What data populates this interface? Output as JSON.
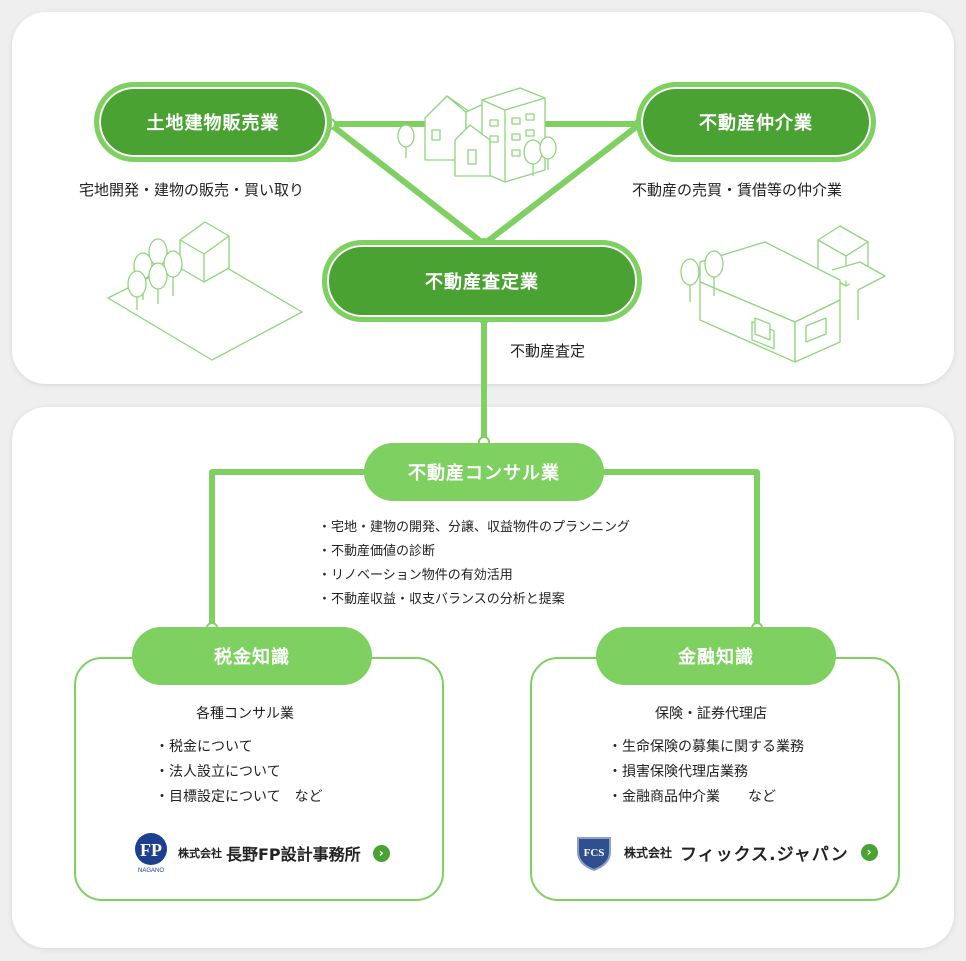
{
  "top": {
    "land": {
      "label": "土地建物販売業",
      "desc": "宅地開発・建物の販売・買い取り"
    },
    "brokerage": {
      "label": "不動産仲介業",
      "desc": "不動産の売買・賃借等の仲介業"
    },
    "appraisal": {
      "label": "不動産査定業",
      "desc": "不動産査定"
    }
  },
  "bottom": {
    "consult": {
      "label": "不動産コンサル業",
      "items": [
        "・宅地・建物の開発、分譲、収益物件のプランニング",
        "・不動産価値の診断",
        "・リノベーション物件の有効活用",
        "・不動産収益・収支バランスの分析と提案"
      ]
    },
    "tax": {
      "label": "税金知識",
      "heading": "各種コンサル業",
      "items": [
        "・税金について",
        "・法人設立について",
        "・目標設定について　など"
      ],
      "company": {
        "prefix": "株式会社",
        "name": "長野FP設計事務所",
        "logo_text": "NAGANO"
      }
    },
    "finance": {
      "label": "金融知識",
      "heading": "保険・証券代理店",
      "items": [
        "・生命保険の募集に関する業務",
        "・損害保険代理店業務",
        "・金融商品仲介業　　など"
      ],
      "company": {
        "prefix": "株式会社",
        "name": "フィックス.ジャパン",
        "logo_text": "FCS"
      }
    }
  },
  "colors": {
    "dark_green": "#4aa233",
    "light_green": "#7ed061",
    "line_art": "#8ed67a"
  },
  "icons": [
    "buildings-illustration",
    "land-plot-illustration",
    "house-illustration",
    "chevron-right-icon"
  ]
}
